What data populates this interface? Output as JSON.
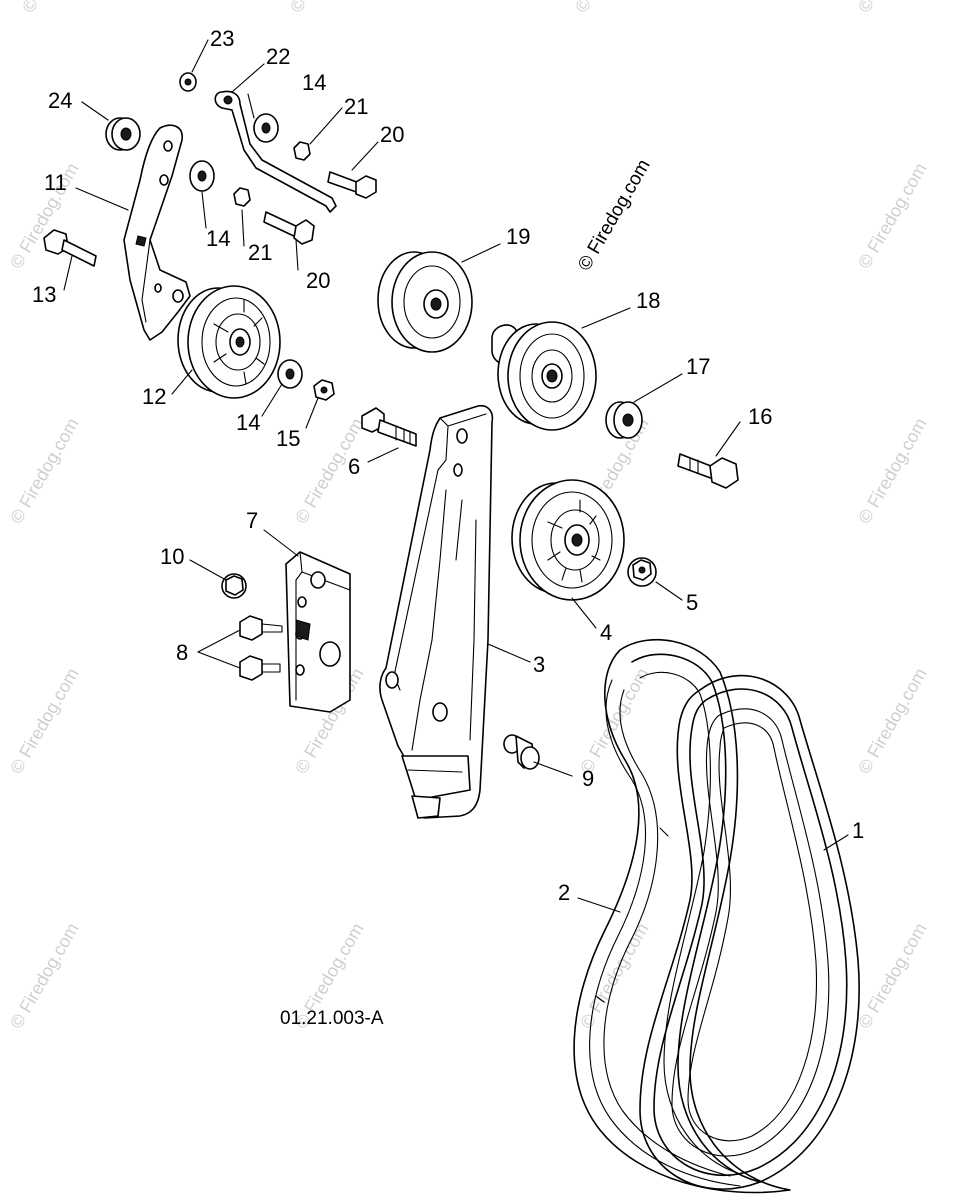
{
  "drawing_number": "01.21.003-A",
  "watermark_text": "© Firedog.com",
  "callouts": {
    "c1": "1",
    "c2": "2",
    "c3": "3",
    "c4": "4",
    "c5": "5",
    "c6": "6",
    "c7": "7",
    "c8": "8",
    "c9": "9",
    "c10": "10",
    "c11": "11",
    "c12": "12",
    "c13": "13",
    "c14a": "14",
    "c14b": "14",
    "c14c": "14",
    "c15": "15",
    "c16": "16",
    "c17": "17",
    "c18": "18",
    "c19": "19",
    "c20a": "20",
    "c20b": "20",
    "c21a": "21",
    "c21b": "21",
    "c22": "22",
    "c23": "23",
    "c24": "24"
  }
}
